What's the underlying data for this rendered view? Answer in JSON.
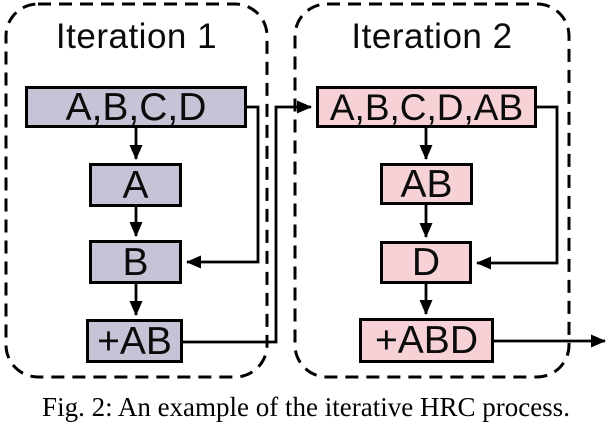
{
  "figure": {
    "caption": "Fig. 2: An example of the iterative HRC process."
  },
  "diagram": {
    "stroke_color": "#000000",
    "iterations": [
      {
        "title": "Iteration 1",
        "box_color": "#c6c3d6",
        "nodes": [
          {
            "id": "pool",
            "label": "A,B,C,D"
          },
          {
            "id": "step1",
            "label": "A"
          },
          {
            "id": "step2",
            "label": "B"
          },
          {
            "id": "result",
            "label": "+AB"
          }
        ]
      },
      {
        "title": "Iteration 2",
        "box_color": "#f6d2d7",
        "nodes": [
          {
            "id": "pool",
            "label": "A,B,C,D,AB"
          },
          {
            "id": "step1",
            "label": "AB"
          },
          {
            "id": "step2",
            "label": "D"
          },
          {
            "id": "result",
            "label": "+ABD"
          }
        ]
      }
    ],
    "edges": [
      {
        "from": "iteration1.pool",
        "to": "iteration1.step1"
      },
      {
        "from": "iteration1.step1",
        "to": "iteration1.step2"
      },
      {
        "from": "iteration1.pool",
        "to": "iteration1.step2",
        "route": "right-side-loop"
      },
      {
        "from": "iteration1.step2",
        "to": "iteration1.result"
      },
      {
        "from": "iteration1.result",
        "to": "iteration2.pool",
        "route": "between-panels"
      },
      {
        "from": "iteration2.pool",
        "to": "iteration2.step1"
      },
      {
        "from": "iteration2.step1",
        "to": "iteration2.step2"
      },
      {
        "from": "iteration2.pool",
        "to": "iteration2.step2",
        "route": "right-side-loop"
      },
      {
        "from": "iteration2.step2",
        "to": "iteration2.result"
      },
      {
        "from": "iteration2.result",
        "to": "next-iteration",
        "route": "exit-right"
      }
    ]
  }
}
